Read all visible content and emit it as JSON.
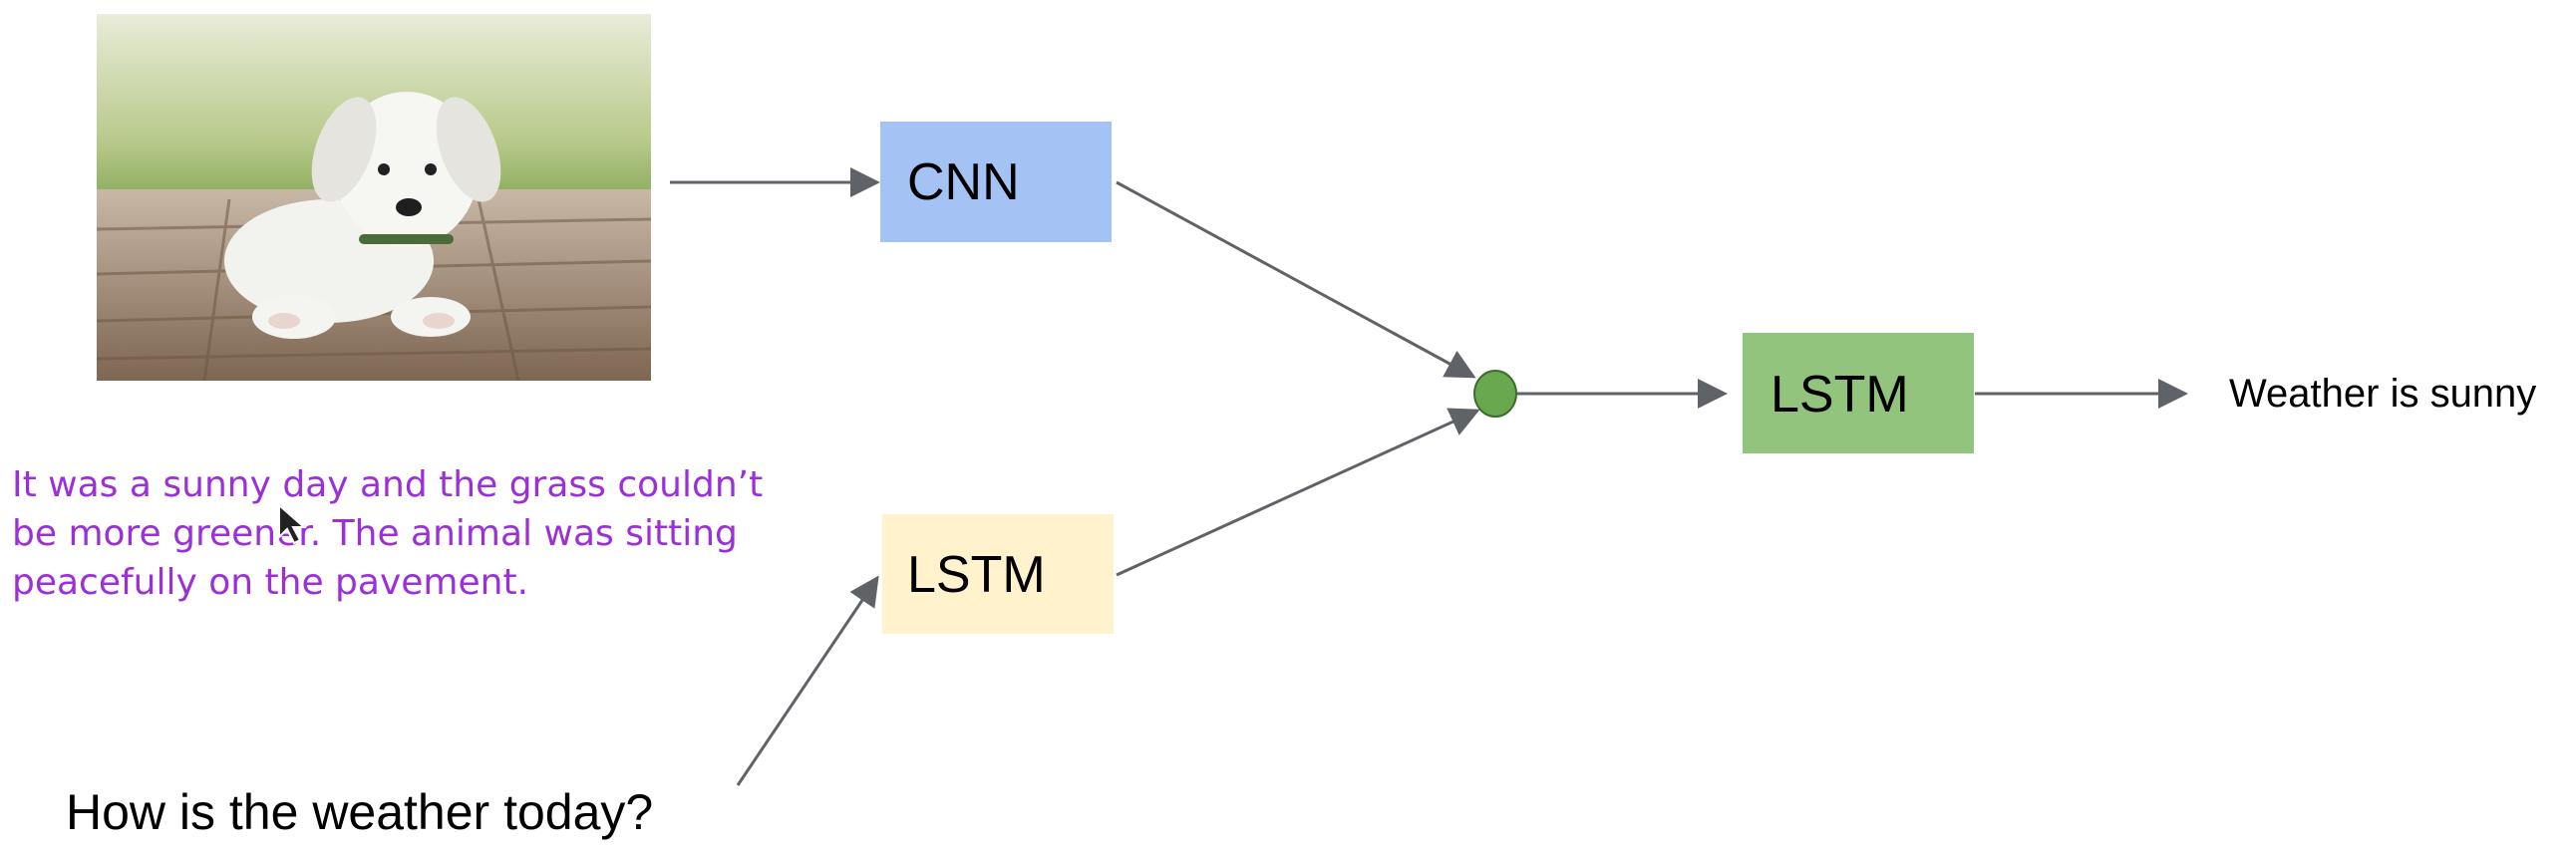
{
  "diagram": {
    "nodes": {
      "cnn": {
        "label": "CNN",
        "color": "#a4c2f4"
      },
      "lstm_text": {
        "label": "LSTM",
        "color": "#fff2cc"
      },
      "merge": {
        "color": "#6aa84f"
      },
      "lstm_out": {
        "label": "LSTM",
        "color": "#93c47d"
      }
    },
    "image": {
      "subject": "puppy-photo"
    },
    "context_text": {
      "lines": [
        "It was a sunny day and the grass couldn’t",
        "be more greener. The animal was sitting",
        "peacefully on the pavement."
      ],
      "color": "#9b30d9"
    },
    "question": "How is the weather today?",
    "output": "Weather is sunny",
    "arrow_color": "#5f6368"
  }
}
